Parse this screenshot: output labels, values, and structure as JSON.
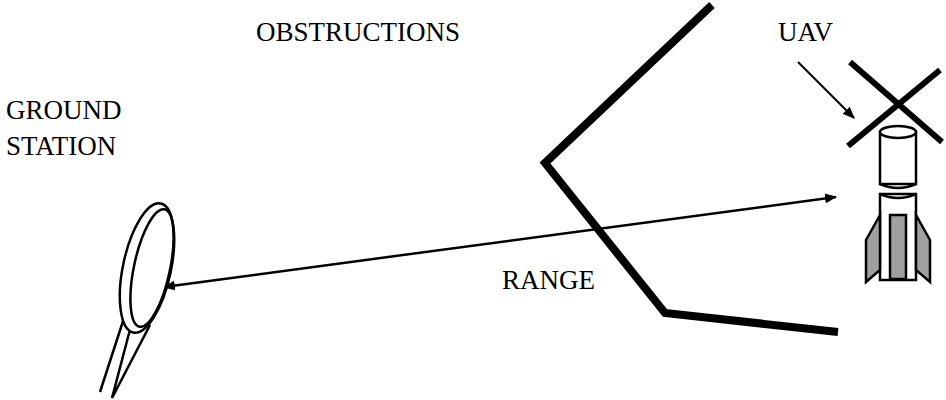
{
  "diagram": {
    "labels": [
      "GROUND STATION",
      "OBSTRUCTIONS",
      "UAV",
      "RANGE"
    ]
  }
}
